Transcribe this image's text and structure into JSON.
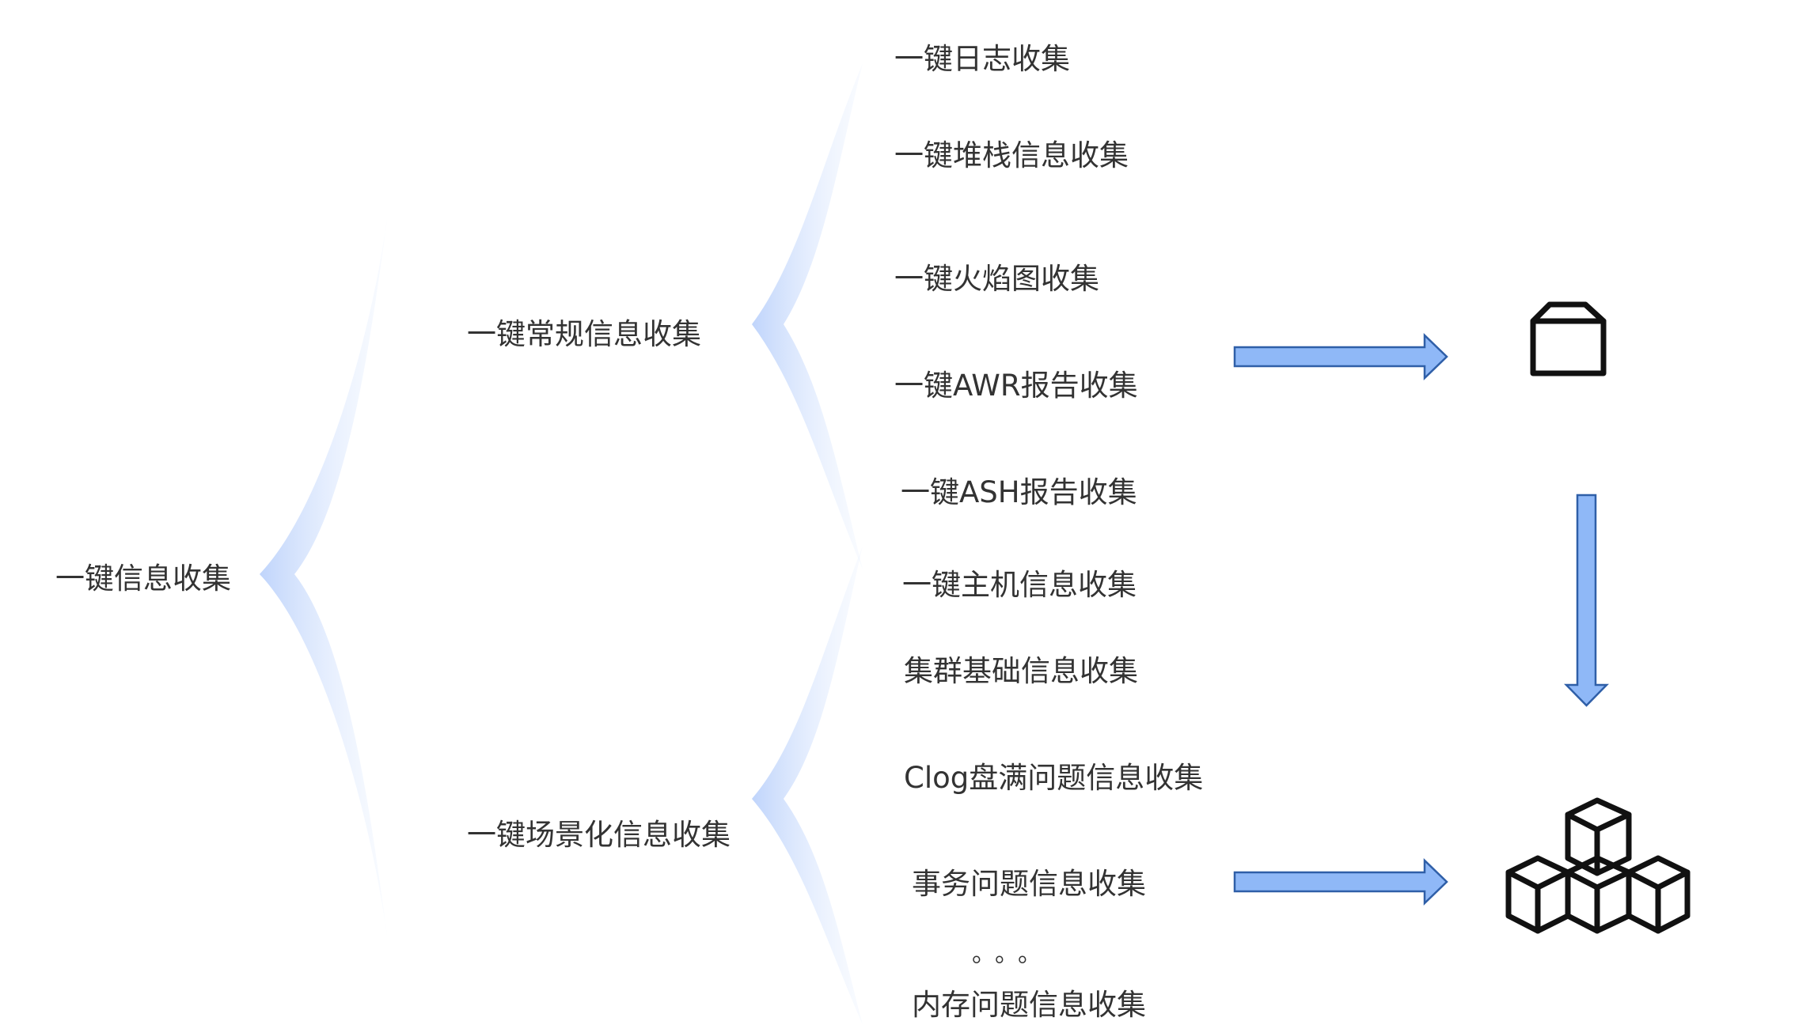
{
  "root": {
    "label": "一键信息收集"
  },
  "branches": [
    {
      "label": "一键常规信息收集"
    },
    {
      "label": "一键场景化信息收集"
    }
  ],
  "leaves": [
    {
      "label": "一键日志收集"
    },
    {
      "label": "一键堆栈信息收集"
    },
    {
      "label": "一键火焰图收集"
    },
    {
      "label": "一键AWR报告收集"
    },
    {
      "label": "一键ASH报告收集"
    },
    {
      "label": "一键主机信息收集"
    },
    {
      "label": "集群基础信息收集"
    },
    {
      "label": "Clog盘满问题信息收集"
    },
    {
      "label": "事务问题信息收集"
    },
    {
      "label": "。。。"
    },
    {
      "label": "内存问题信息收集"
    }
  ],
  "icons": {
    "single": "cube-icon",
    "multi": "cubes-stack-icon"
  },
  "colors": {
    "bracket": "#c7d8fb",
    "arrow_fill": "#8fb8f7",
    "arrow_stroke": "#2f5fa8",
    "icon_stroke": "#111111",
    "text": "#333333"
  }
}
